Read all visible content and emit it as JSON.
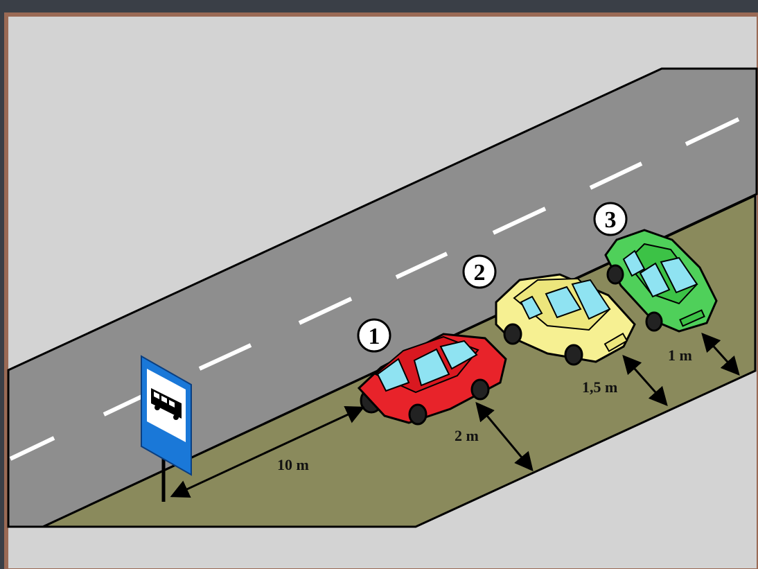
{
  "scene": {
    "colors": {
      "frame": "#3a3f47",
      "frame_border": "#9a6a55",
      "ground": "#d3d3d3",
      "road": "#8e8e8e",
      "shoulder": "#8a8a5c",
      "lane_marking": "#ffffff",
      "sign_blue": "#1a78d8",
      "car_1": "#e8232a",
      "car_2": "#f6f092",
      "car_3": "#4fd05a",
      "window": "#8fe3f2"
    },
    "sign": {
      "icon": "bus-icon"
    },
    "cars": [
      {
        "number": "1"
      },
      {
        "number": "2"
      },
      {
        "number": "3"
      }
    ],
    "dimensions": {
      "stop_distance": "10 m",
      "car1_gap": "2 m",
      "car2_gap": "1,5 m",
      "car3_gap": "1 m"
    }
  }
}
